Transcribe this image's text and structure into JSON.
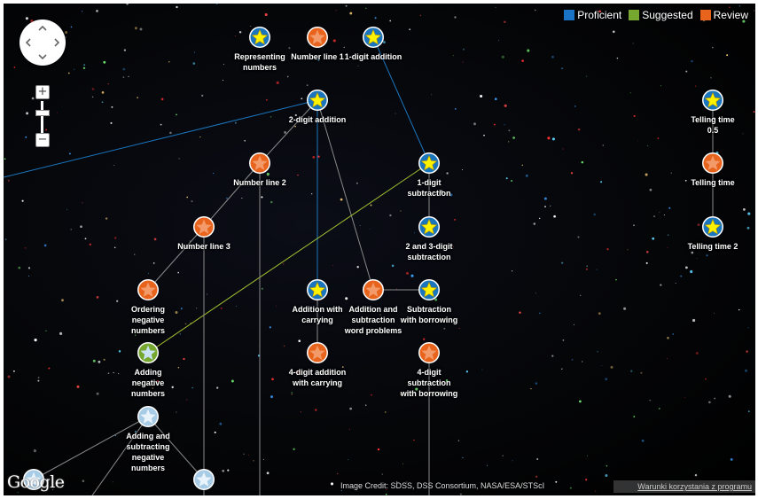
{
  "legend": {
    "proficient": {
      "label": "Proficient",
      "color": "#1a73c4"
    },
    "suggested": {
      "label": "Suggested",
      "color": "#76a830"
    },
    "review": {
      "label": "Review",
      "color": "#e8631c"
    }
  },
  "node_colors": {
    "proficient": "#1a75bd",
    "review": "#e8631c",
    "suggested": "#76a830",
    "unstarted": "#a9cce6",
    "star_gold": "#fff200",
    "star_light": "#ffffff"
  },
  "nodes": [
    {
      "id": "representing-numbers",
      "label": "Representing\nnumbers",
      "status": "proficient"
    },
    {
      "id": "number-line-1",
      "label": "Number line 1",
      "status": "review"
    },
    {
      "id": "1-digit-addition",
      "label": "1-digit addition",
      "status": "proficient"
    },
    {
      "id": "2-digit-addition",
      "label": "2-digit addition",
      "status": "proficient"
    },
    {
      "id": "number-line-2",
      "label": "Number line 2",
      "status": "review"
    },
    {
      "id": "1-digit-subtraction",
      "label": "1-digit\nsubtraction",
      "status": "proficient"
    },
    {
      "id": "number-line-3",
      "label": "Number line 3",
      "status": "review"
    },
    {
      "id": "2-and-3-digit-subtraction",
      "label": "2 and 3-digit\nsubtraction",
      "status": "proficient"
    },
    {
      "id": "ordering-negative-numbers",
      "label": "Ordering\nnegative\nnumbers",
      "status": "review"
    },
    {
      "id": "addition-with-carrying",
      "label": "Addition with\ncarrying",
      "status": "proficient"
    },
    {
      "id": "addition-and-subtraction-word-problems",
      "label": "Addition and\nsubtraction\nword problems",
      "status": "review"
    },
    {
      "id": "subtraction-with-borrowing",
      "label": "Subtraction\nwith borrowing",
      "status": "proficient"
    },
    {
      "id": "adding-negative-numbers",
      "label": "Adding\nnegative\nnumbers",
      "status": "suggested"
    },
    {
      "id": "4-digit-addition-with-carrying",
      "label": "4-digit addition\nwith carrying",
      "status": "review"
    },
    {
      "id": "4-digit-subtraction-with-borrowing",
      "label": "4-digit\nsubtraction\nwith borrowing",
      "status": "review"
    },
    {
      "id": "adding-and-subtracting-negative-numbers",
      "label": "Adding and\nsubtracting\nnegative\nnumbers",
      "status": "unstarted"
    },
    {
      "id": "telling-time-0-5",
      "label": "Telling time\n0.5",
      "status": "proficient"
    },
    {
      "id": "telling-time",
      "label": "Telling time",
      "status": "review"
    },
    {
      "id": "telling-time-2",
      "label": "Telling time 2",
      "status": "proficient"
    },
    {
      "id": "unlabeled-left",
      "label": "",
      "status": "unstarted"
    },
    {
      "id": "unlabeled-bottom",
      "label": "",
      "status": "unstarted"
    }
  ],
  "controls": {
    "zoom_in": "+",
    "zoom_out": "−",
    "pan_up": "pan-up",
    "pan_down": "pan-down",
    "pan_left": "pan-left",
    "pan_right": "pan-right"
  },
  "footer": {
    "logo": "Google",
    "credit": "Image Credit: SDSS, DSS Consortium, NASA/ESA/STScI",
    "terms": "Warunki korzystania z programu"
  }
}
